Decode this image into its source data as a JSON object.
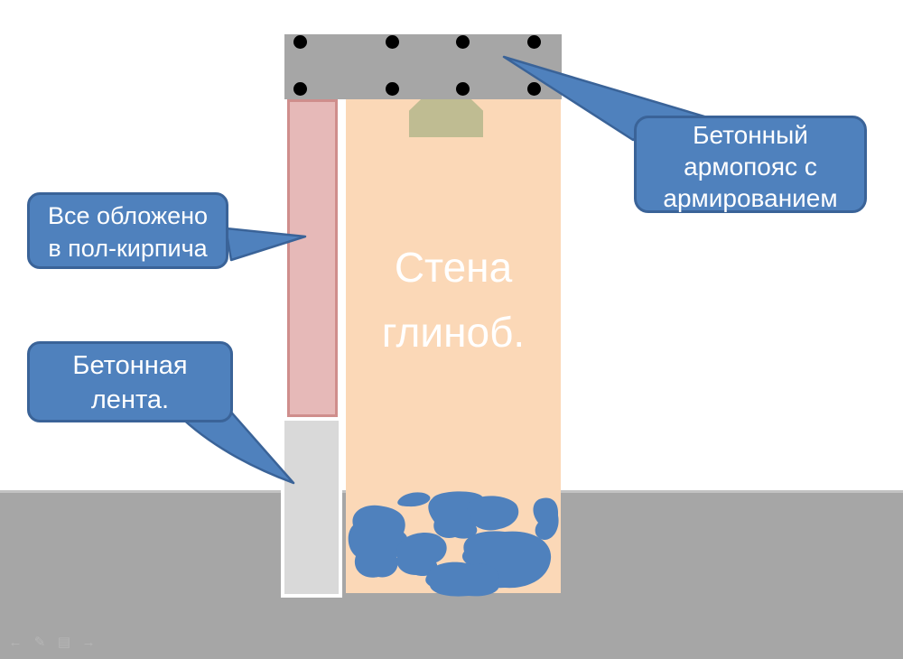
{
  "diagram": {
    "wall_label": {
      "line1": "Стена",
      "line2": "глиноб."
    },
    "callouts": {
      "armobelt": {
        "line1": "Бетонный",
        "line2": "армопояс с",
        "line3": "армированием"
      },
      "brick": {
        "line1": "Все обложено",
        "line2": "в пол-кирпича"
      },
      "strip": {
        "line1": "Бетонная",
        "line2": "лента."
      }
    },
    "colors": {
      "callout_fill": "#4f81bd",
      "callout_border": "#3a6398",
      "callout_text": "#ffffff",
      "wall_fill": "#fbd8b7",
      "wall_text": "#ffffff",
      "brick_fill": "#e6b9b8",
      "brick_border": "#cf8e8c",
      "concrete_gray": "#a6a6a6",
      "foundation_strip_fill": "#d9d9d9",
      "foundation_strip_border": "#ffffff",
      "stone_blue": "#4f81bd",
      "lintel_olive": "#bfbc92",
      "rebar_dot": "#000000"
    },
    "presenter_controls": {
      "back": "←",
      "pen": "✎",
      "slides": "▤",
      "forward": "→"
    }
  }
}
